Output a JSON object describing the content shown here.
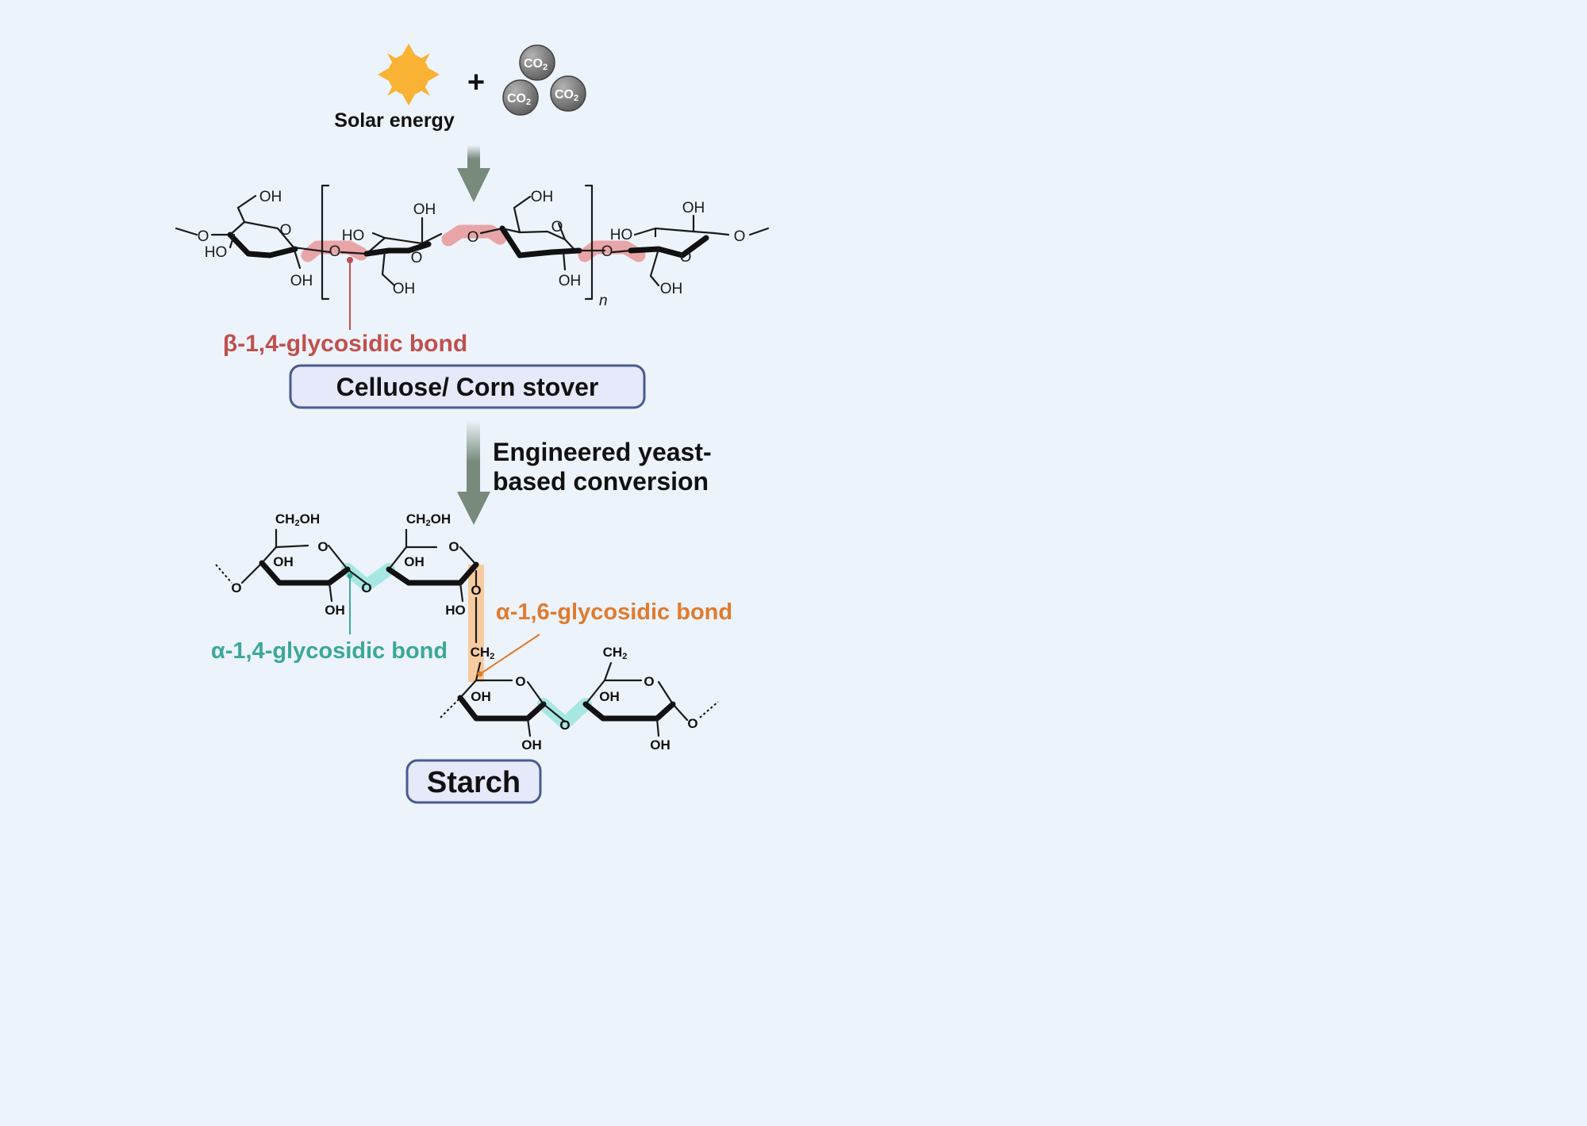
{
  "inputs": {
    "solar_label": "Solar energy",
    "plus": "+",
    "co2": "CO",
    "co2_sub": "2"
  },
  "cellulose": {
    "bond_label": "β-1,4-glycosidic bond",
    "box_label": "Celluose/ Corn stover",
    "repeat": "n",
    "atoms": {
      "o": "O",
      "oh": "OH",
      "ho": "HO"
    }
  },
  "conversion": {
    "line1": "Engineered yeast-",
    "line2": "based conversion"
  },
  "starch": {
    "alpha14_label": "α-1,4-glycosidic bond",
    "alpha16_label": "α-1,6-glycosidic bond",
    "box_label": "Starch",
    "atoms": {
      "o": "O",
      "oh": "OH",
      "ho": "HO",
      "ch2": "CH",
      "ch2oh_pre": "CH",
      "ch2oh_post": "OH",
      "sub2": "2"
    }
  },
  "colors": {
    "background": "#edf3fb",
    "beta_bond": "#c0504d",
    "beta_highlight": "#e8a0a3",
    "alpha14": "#3aa89a",
    "alpha14_highlight": "#9fe6e0",
    "alpha16": "#e07b2e",
    "alpha16_highlight": "#f7c89a",
    "arrow": "#778a7c",
    "box_fill": "#e5e9fa",
    "box_stroke": "#4a5a90",
    "sun": "#f9b233",
    "co2": "#7a7a7a"
  }
}
